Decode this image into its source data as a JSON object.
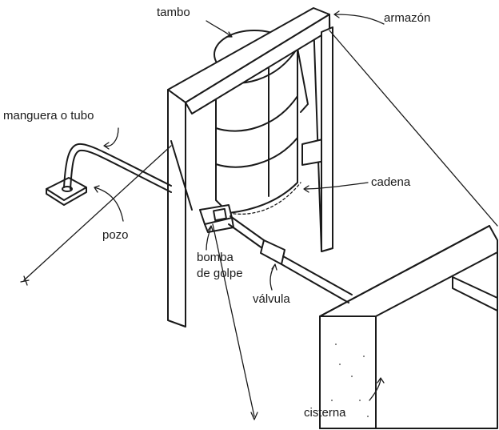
{
  "labels": {
    "tambo": "tambo",
    "armazon": "armazón",
    "manguera": "manguera o tubo",
    "cadena": "cadena",
    "pozo": "pozo",
    "bomba_line1": "bomba",
    "bomba_line2": "de golpe",
    "valvula": "válvula",
    "cisterna": "cisterna"
  },
  "colors": {
    "ink": "#1a1a1a",
    "paper": "#ffffff"
  }
}
